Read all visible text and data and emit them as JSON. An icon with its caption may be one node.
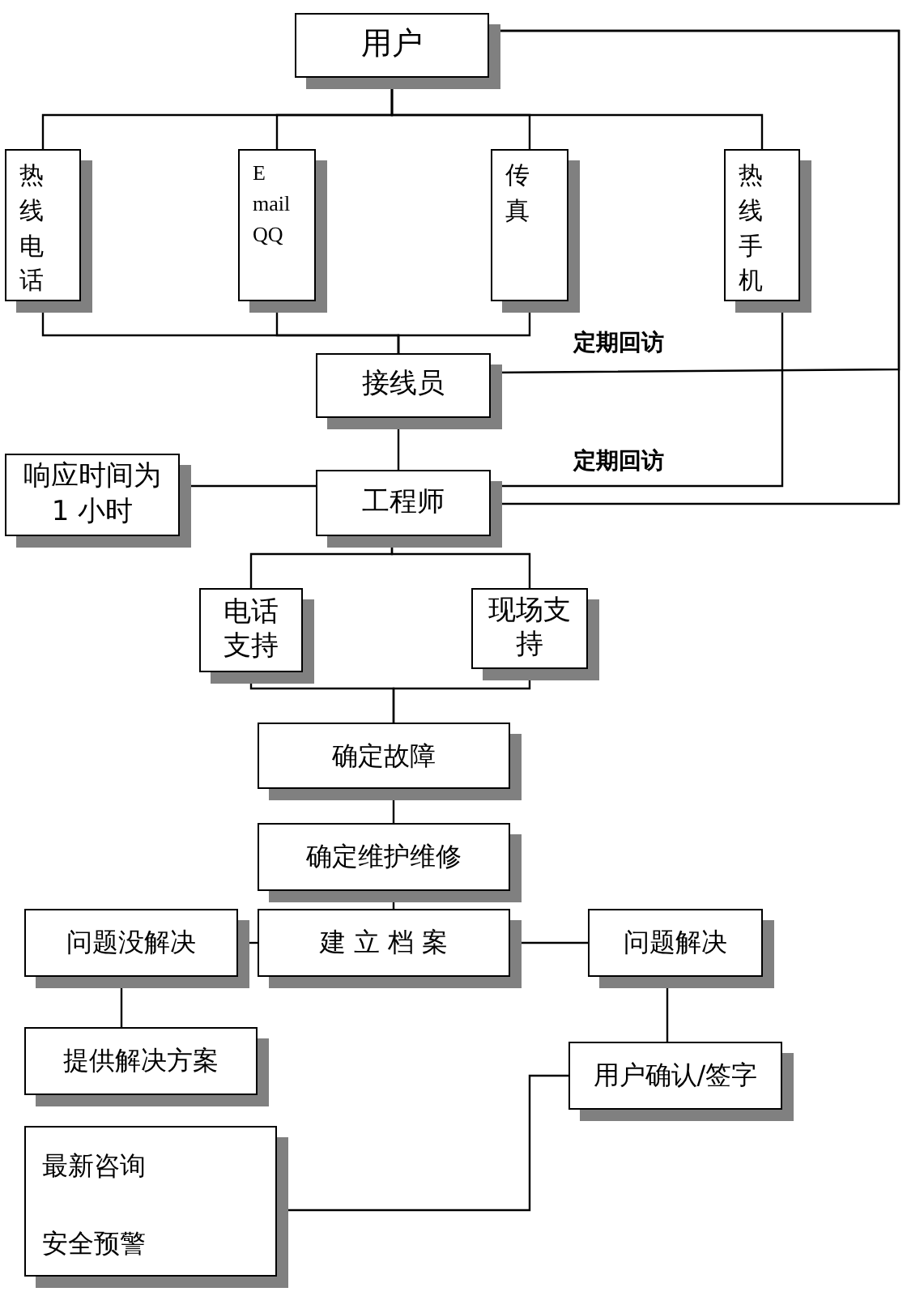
{
  "diagram": {
    "nodes": [
      {
        "text": [
          "用户"
        ]
      },
      {
        "text": [
          "热线电话"
        ]
      },
      {
        "text": [
          "E mail QQ"
        ]
      },
      {
        "text": [
          "传真"
        ]
      },
      {
        "text": [
          "热线手机"
        ]
      },
      {
        "text": [
          "接线员"
        ]
      },
      {
        "text": [
          "响应时间为 1 小时"
        ]
      },
      {
        "text": [
          "工程师"
        ]
      },
      {
        "text": [
          "电话支持"
        ]
      },
      {
        "text": [
          "现场支持"
        ]
      },
      {
        "text": [
          "确定故障"
        ]
      },
      {
        "text": [
          "确定维护维修"
        ]
      },
      {
        "text": [
          "问题没解决"
        ]
      },
      {
        "text": [
          "建 立 档 案"
        ]
      },
      {
        "text": [
          "问题解决"
        ]
      },
      {
        "text": [
          "提供解决方案"
        ]
      },
      {
        "text": [
          "用户确认/签字"
        ]
      },
      {
        "text": [
          "最新咨询",
          "安全预警"
        ]
      }
    ],
    "edges": [
      {
        "from": 0,
        "to": 1,
        "arrow": "none"
      },
      {
        "from": 0,
        "to": 2,
        "arrow": "none"
      },
      {
        "from": 0,
        "to": 3,
        "arrow": "none"
      },
      {
        "from": 0,
        "to": 4,
        "arrow": "none"
      },
      {
        "from": 1,
        "to": 5,
        "arrow": "none"
      },
      {
        "from": 2,
        "to": 5,
        "arrow": "none"
      },
      {
        "from": 3,
        "to": 5,
        "arrow": "none"
      },
      {
        "from": 0,
        "to": 5,
        "arrow": "none",
        "label": "定期回访"
      },
      {
        "from": 4,
        "to": 7,
        "arrow": "none",
        "label": "定期回访"
      },
      {
        "from": 0,
        "to": 7,
        "arrow": "none"
      },
      {
        "from": 5,
        "to": 7,
        "arrow": "none"
      },
      {
        "from": 6,
        "to": 7,
        "arrow": "none"
      },
      {
        "from": 7,
        "to": 8,
        "arrow": "none"
      },
      {
        "from": 7,
        "to": 9,
        "arrow": "none"
      },
      {
        "from": 8,
        "to": 10,
        "arrow": "none"
      },
      {
        "from": 9,
        "to": 10,
        "arrow": "none"
      },
      {
        "from": 10,
        "to": 11,
        "arrow": "none"
      },
      {
        "from": 11,
        "to": 13,
        "arrow": "none"
      },
      {
        "from": 12,
        "to": 13,
        "arrow": "none"
      },
      {
        "from": 13,
        "to": 14,
        "arrow": "none"
      },
      {
        "from": 12,
        "to": 15,
        "arrow": "none"
      },
      {
        "from": 14,
        "to": 16,
        "arrow": "none"
      },
      {
        "from": 17,
        "to": 16,
        "arrow": "none"
      }
    ]
  }
}
